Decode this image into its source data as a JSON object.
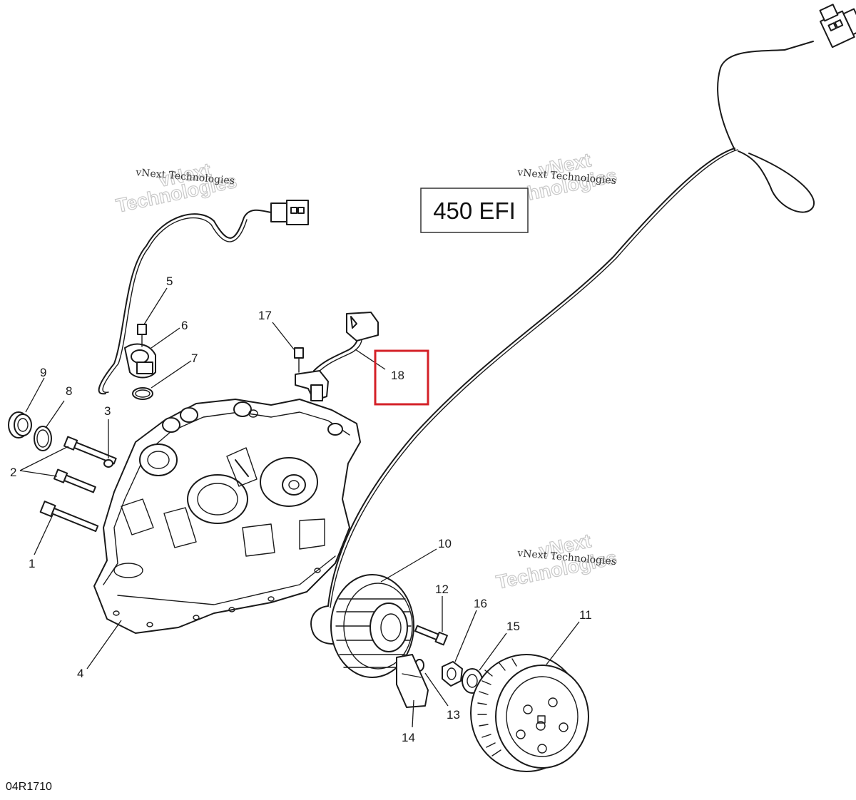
{
  "diagram": {
    "model_label": "450 EFI",
    "reference_code": "04R1710",
    "highlighted_callout": "18",
    "highlight_color": "#d42027",
    "watermark": {
      "line_small": "vNext Technologies",
      "line_big_1": "vNext",
      "line_big_2": "Technologies"
    },
    "callouts": [
      {
        "id": "1",
        "label": "1"
      },
      {
        "id": "2",
        "label": "2"
      },
      {
        "id": "3",
        "label": "3"
      },
      {
        "id": "4",
        "label": "4"
      },
      {
        "id": "5",
        "label": "5"
      },
      {
        "id": "6",
        "label": "6"
      },
      {
        "id": "7",
        "label": "7"
      },
      {
        "id": "8",
        "label": "8"
      },
      {
        "id": "9",
        "label": "9"
      },
      {
        "id": "10",
        "label": "10"
      },
      {
        "id": "11",
        "label": "11"
      },
      {
        "id": "12",
        "label": "12"
      },
      {
        "id": "13",
        "label": "13"
      },
      {
        "id": "14",
        "label": "14"
      },
      {
        "id": "15",
        "label": "15"
      },
      {
        "id": "16",
        "label": "16"
      },
      {
        "id": "17",
        "label": "17"
      },
      {
        "id": "18",
        "label": "18"
      }
    ]
  }
}
